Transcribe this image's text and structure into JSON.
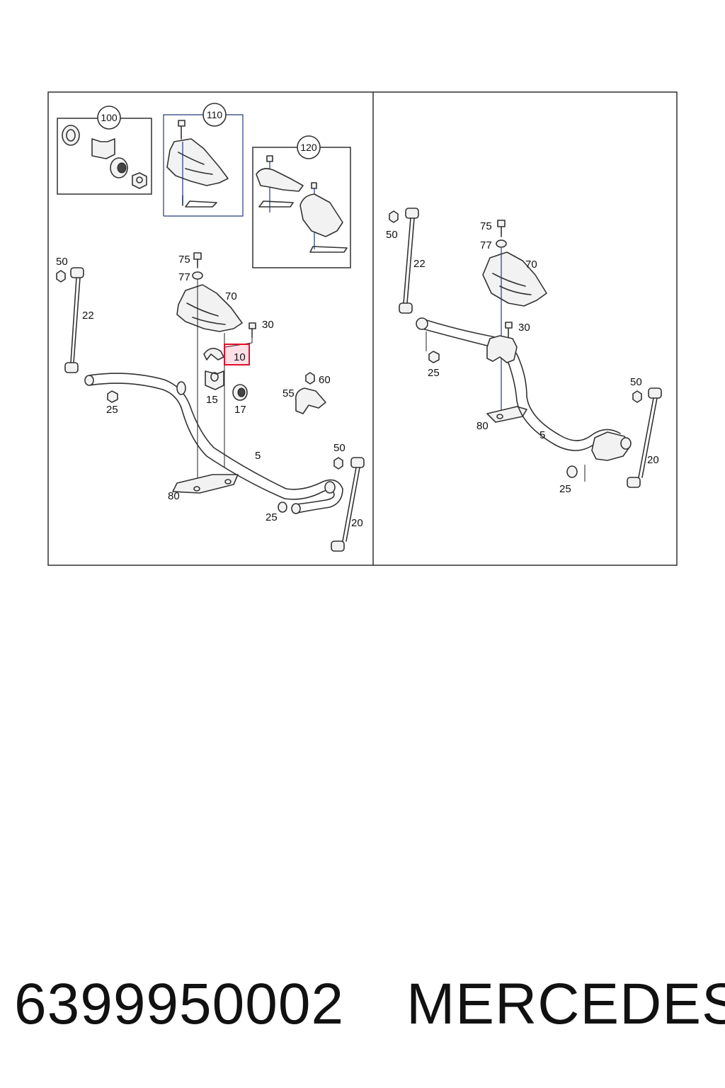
{
  "callouts": {
    "c100": "100",
    "c110": "110",
    "c120": "120"
  },
  "left_labels": {
    "l75": "75",
    "l77": "77",
    "l70": "70",
    "l30": "30",
    "l10": "10",
    "l15": "15",
    "l17": "17",
    "l60": "60",
    "l55": "55",
    "l50a": "50",
    "l22": "22",
    "l25a": "25",
    "l5": "5",
    "l50b": "50",
    "l80": "80",
    "l25b": "25",
    "l20": "20"
  },
  "right_labels": {
    "r50a": "50",
    "r22": "22",
    "r75": "75",
    "r77": "77",
    "r70": "70",
    "r30": "30",
    "r25a": "25",
    "r80": "80",
    "r5": "5",
    "r50b": "50",
    "r20": "20",
    "r25b": "25"
  },
  "highlighted_part": "10",
  "caption": {
    "part_number": "6399950002",
    "brand": "MERCEDES"
  }
}
